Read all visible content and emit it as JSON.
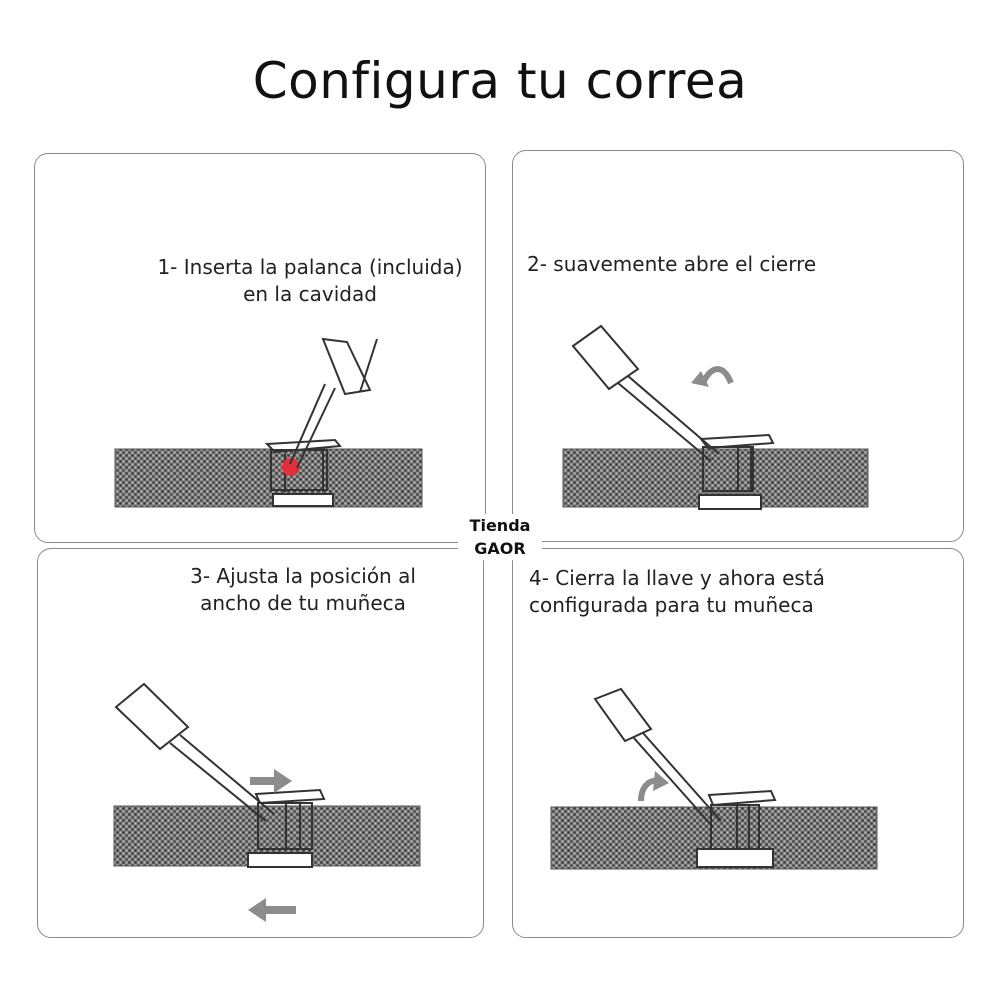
{
  "title": "Configura tu correa",
  "brand": {
    "line1": "Tienda",
    "line2": "GAOR"
  },
  "steps": [
    {
      "line1": "1- Inserta la palanca (incluida)",
      "line2": "en la cavidad"
    },
    {
      "line1": "2- suavemente abre el cierre",
      "line2": ""
    },
    {
      "line1": "3- Ajusta la posición al",
      "line2": "ancho de tu muñeca"
    },
    {
      "line1": "4- Cierra la llave y ahora está",
      "line2": "configurada para tu muñeca"
    }
  ],
  "colors": {
    "mesh": "#6e6e6e",
    "arrow": "#8c8c8c",
    "highlight": "#e0303a",
    "border": "#8a8a8a"
  },
  "icons": [
    "lever-tool-icon",
    "mesh-band-icon",
    "clasp-icon",
    "curved-arrow-icon",
    "straight-arrow-icon"
  ]
}
